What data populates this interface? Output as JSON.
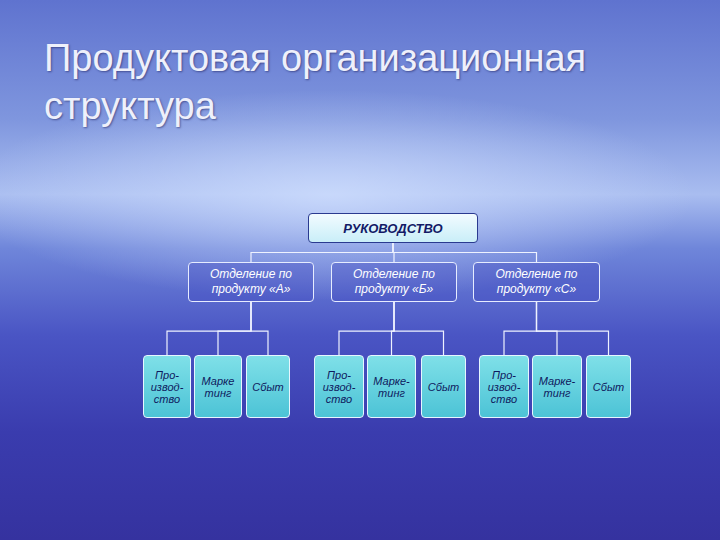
{
  "diagram": {
    "title": "Продуктовая организационная структура",
    "nodes": [
      {
        "text": [
          "РУКОВОДСТВО"
        ]
      },
      {
        "text": [
          "Отделение по продукту «А»"
        ]
      },
      {
        "text": [
          "Отделение по продукту «Б»"
        ]
      },
      {
        "text": [
          "Отделение по продукту «С»"
        ]
      },
      {
        "text": [
          "Про- извод- ство"
        ]
      },
      {
        "text": [
          "Марке тинг"
        ]
      },
      {
        "text": [
          "Сбыт"
        ]
      },
      {
        "text": [
          "Про- извод- ство"
        ]
      },
      {
        "text": [
          "Марке- тинг"
        ]
      },
      {
        "text": [
          "Сбыт"
        ]
      },
      {
        "text": [
          "Про- извод- ство"
        ]
      },
      {
        "text": [
          "Марке- тинг"
        ]
      },
      {
        "text": [
          "Сбыт"
        ]
      }
    ],
    "edges": [
      {
        "from": 0,
        "to": 1,
        "arrow": "none"
      },
      {
        "from": 0,
        "to": 2,
        "arrow": "none"
      },
      {
        "from": 0,
        "to": 3,
        "arrow": "none"
      },
      {
        "from": 1,
        "to": 4,
        "arrow": "none"
      },
      {
        "from": 1,
        "to": 5,
        "arrow": "none"
      },
      {
        "from": 1,
        "to": 6,
        "arrow": "none"
      },
      {
        "from": 2,
        "to": 7,
        "arrow": "none"
      },
      {
        "from": 2,
        "to": 8,
        "arrow": "none"
      },
      {
        "from": 2,
        "to": 9,
        "arrow": "none"
      },
      {
        "from": 3,
        "to": 10,
        "arrow": "none"
      },
      {
        "from": 3,
        "to": 11,
        "arrow": "none"
      },
      {
        "from": 3,
        "to": 12,
        "arrow": "none"
      }
    ]
  }
}
